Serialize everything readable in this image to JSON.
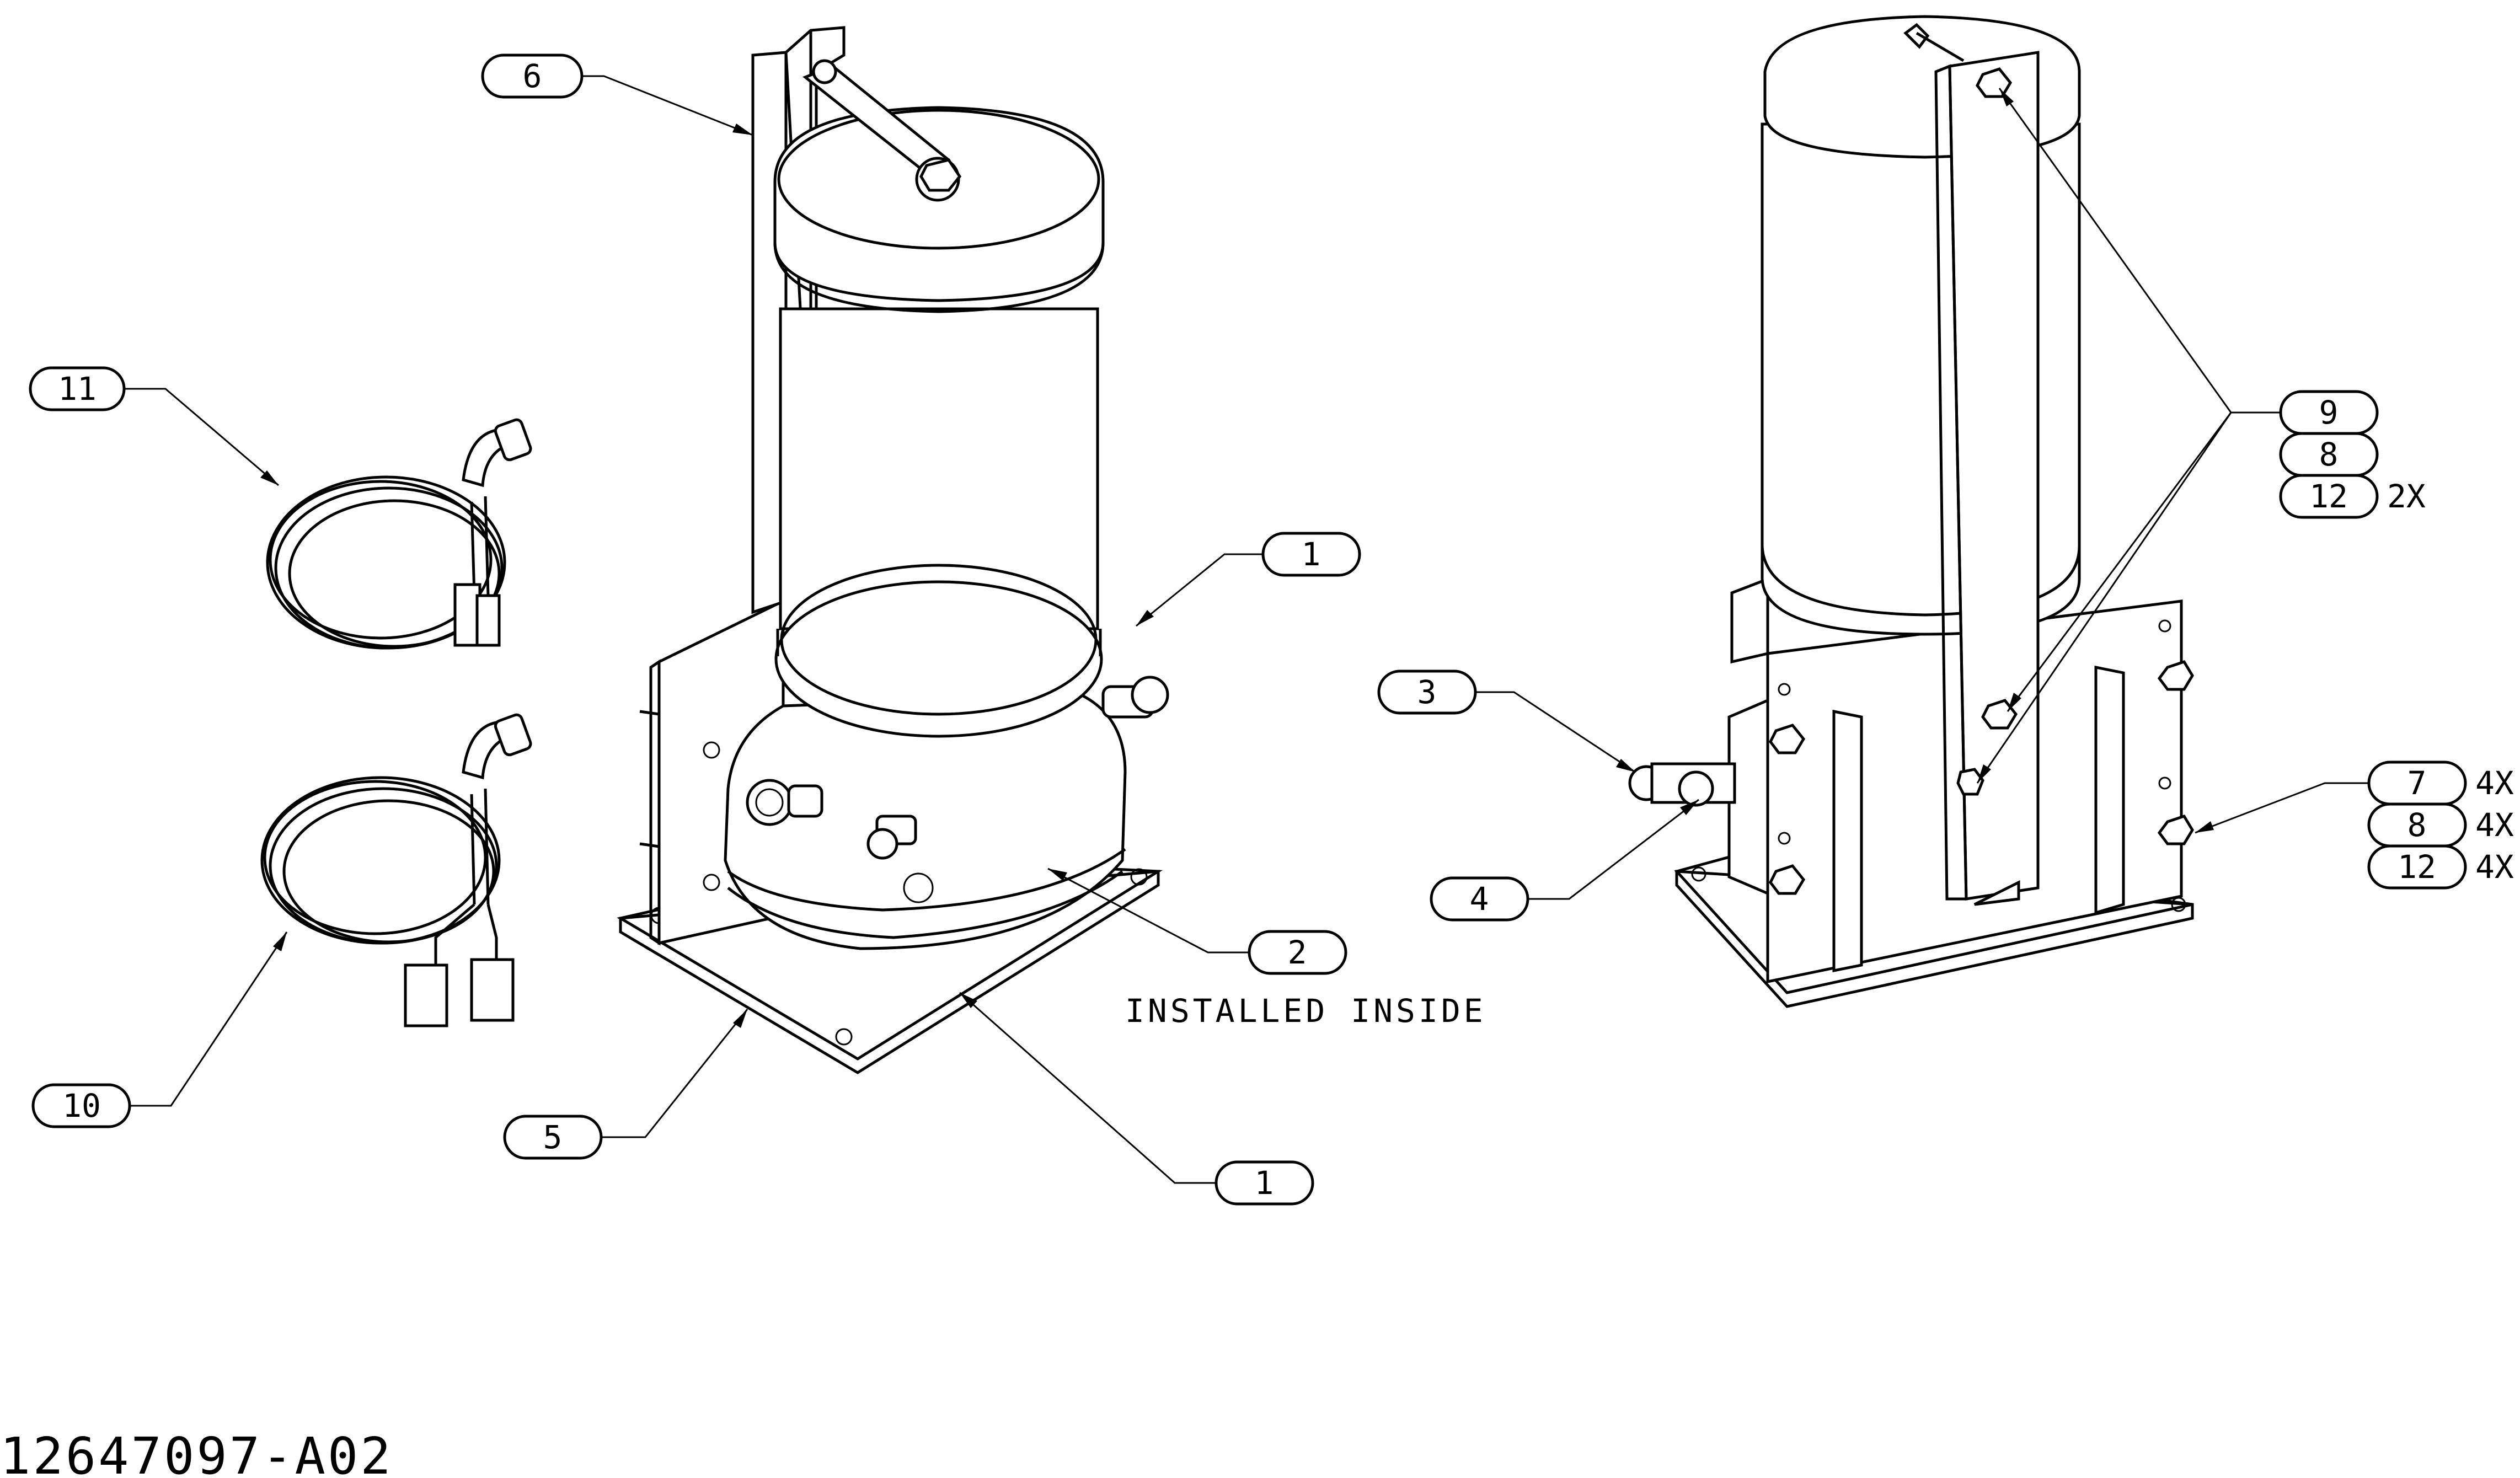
{
  "callouts": {
    "c6": "6",
    "c11": "11",
    "c10": "10",
    "c5": "5",
    "c1_top": "1",
    "c2": "2",
    "c1_bottom": "1",
    "c3": "3",
    "c4": "4",
    "c9": "9",
    "c8_top": "8",
    "c12_top": "12",
    "c7": "7",
    "c8_bottom": "8",
    "c12_bottom": "12"
  },
  "quantities": {
    "q12_top": "2X",
    "q7": "4X",
    "q8_bottom": "4X",
    "q12_bottom": "4X"
  },
  "notes": {
    "installed_inside": "INSTALLED INSIDE"
  },
  "drawing_number": "12647097-A02"
}
